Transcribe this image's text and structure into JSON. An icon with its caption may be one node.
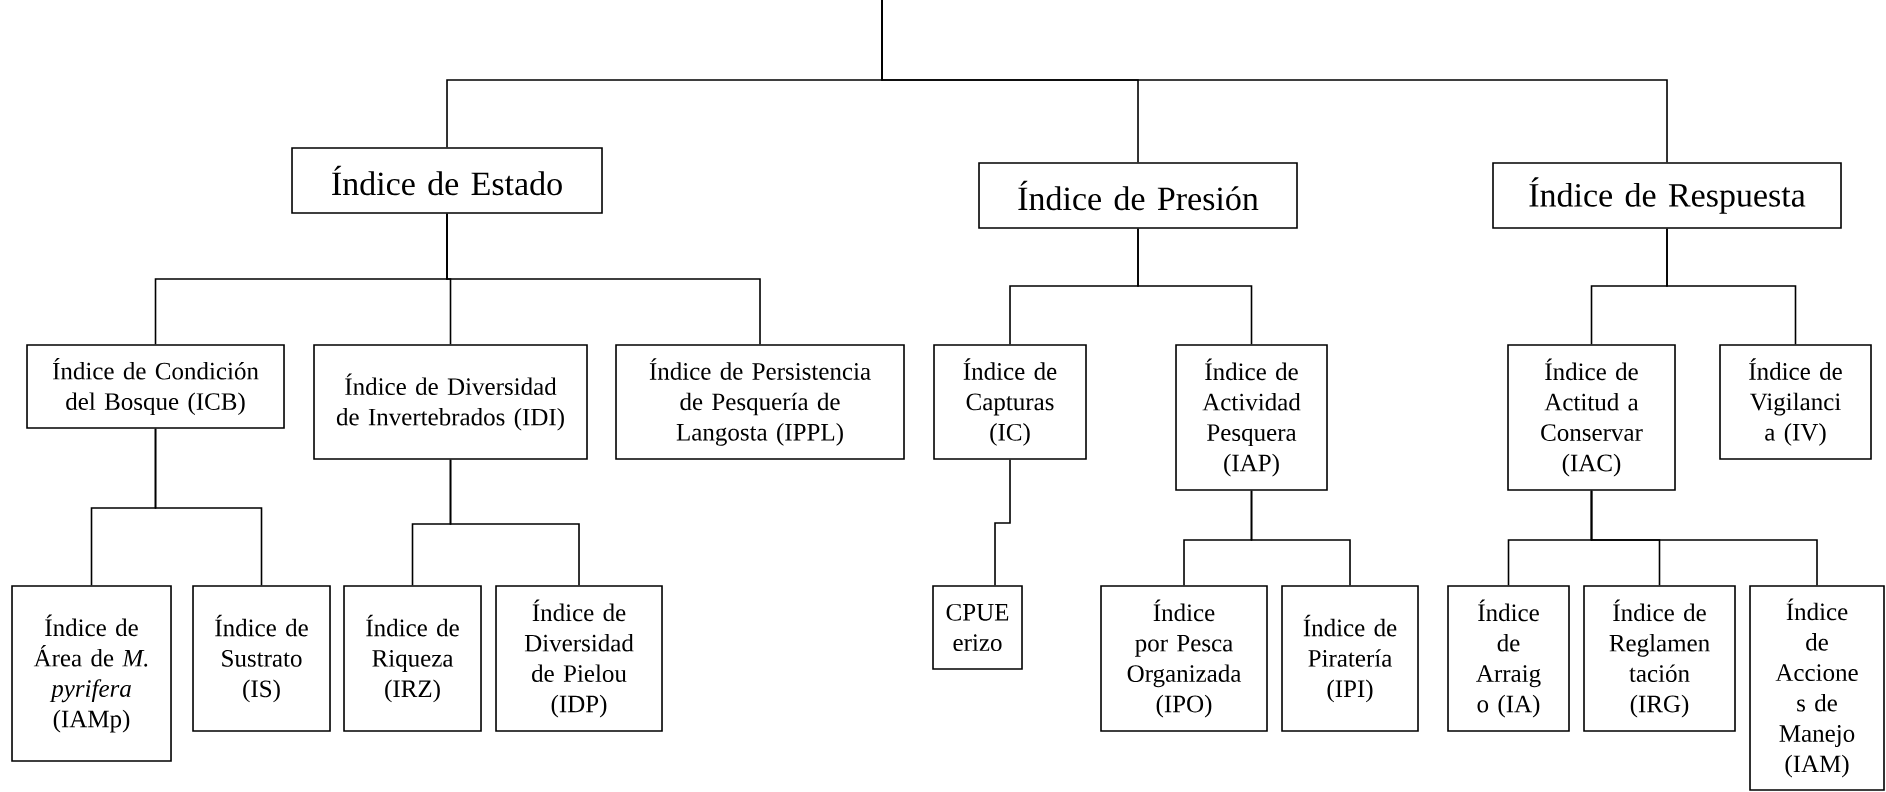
{
  "diagram": {
    "nodes": [
      {
        "text": [
          "Índice de Estado"
        ]
      },
      {
        "text": [
          "Índice de Presión"
        ]
      },
      {
        "text": [
          "Índice de Respuesta"
        ]
      },
      {
        "text": [
          "Índice de Condición del Bosque (ICB)"
        ]
      },
      {
        "text": [
          "Índice de Diversidad de Invertebrados (IDI)"
        ]
      },
      {
        "text": [
          "Índice de Persistencia de Pesquería de Langosta (IPPL)"
        ]
      },
      {
        "text": [
          "Índice de Capturas (IC)"
        ]
      },
      {
        "text": [
          "Índice de Actividad Pesquera (IAP)"
        ]
      },
      {
        "text": [
          "Índice de Actitud a Conservar (IAC)"
        ]
      },
      {
        "text": [
          "Índice de Vigilanci a (IV)"
        ]
      },
      {
        "text": [
          "Índice de Área de *M. pyrifera* (IAMp)"
        ]
      },
      {
        "text": [
          "Índice de Sustrato (IS)"
        ]
      },
      {
        "text": [
          "Índice de Riqueza (IRZ)"
        ]
      },
      {
        "text": [
          "Índice de Diversidad de Pielou (IDP)"
        ]
      },
      {
        "text": [
          "CPUE erizo"
        ]
      },
      {
        "text": [
          "Índice por Pesca Organizada (IPO)"
        ]
      },
      {
        "text": [
          "Índice de Piratería (IPI)"
        ]
      },
      {
        "text": [
          "Índice de Arraig o (IA)"
        ]
      },
      {
        "text": [
          "Índice de Reglamen tación (IRG)"
        ]
      },
      {
        "text": [
          "Índice de Accione s de Manejo (IAM)"
        ]
      }
    ],
    "edges": [
      {
        "from": null,
        "to": 0,
        "arrow": "none"
      },
      {
        "from": null,
        "to": 1,
        "arrow": "none"
      },
      {
        "from": null,
        "to": 2,
        "arrow": "none"
      },
      {
        "from": 0,
        "to": 3,
        "arrow": "none"
      },
      {
        "from": 0,
        "to": 4,
        "arrow": "none"
      },
      {
        "from": 0,
        "to": 5,
        "arrow": "none"
      },
      {
        "from": 1,
        "to": 6,
        "arrow": "none"
      },
      {
        "from": 1,
        "to": 7,
        "arrow": "none"
      },
      {
        "from": 2,
        "to": 8,
        "arrow": "none"
      },
      {
        "from": 2,
        "to": 9,
        "arrow": "none"
      },
      {
        "from": 3,
        "to": 10,
        "arrow": "none"
      },
      {
        "from": 3,
        "to": 11,
        "arrow": "none"
      },
      {
        "from": 4,
        "to": 12,
        "arrow": "none"
      },
      {
        "from": 4,
        "to": 13,
        "arrow": "none"
      },
      {
        "from": 6,
        "to": 14,
        "arrow": "none"
      },
      {
        "from": 7,
        "to": 15,
        "arrow": "none"
      },
      {
        "from": 7,
        "to": 16,
        "arrow": "none"
      },
      {
        "from": 8,
        "to": 17,
        "arrow": "none"
      },
      {
        "from": 8,
        "to": 18,
        "arrow": "none"
      },
      {
        "from": 8,
        "to": 19,
        "arrow": "none"
      }
    ]
  }
}
